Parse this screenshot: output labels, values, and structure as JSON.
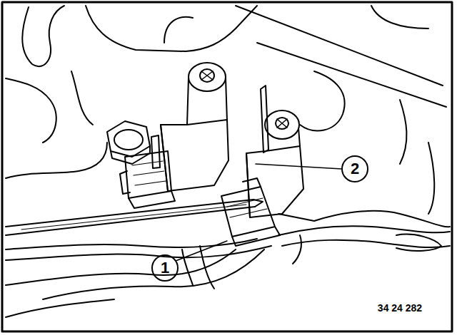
{
  "diagram": {
    "labels": [
      "2",
      "1",
      "34 24 282"
    ]
  }
}
